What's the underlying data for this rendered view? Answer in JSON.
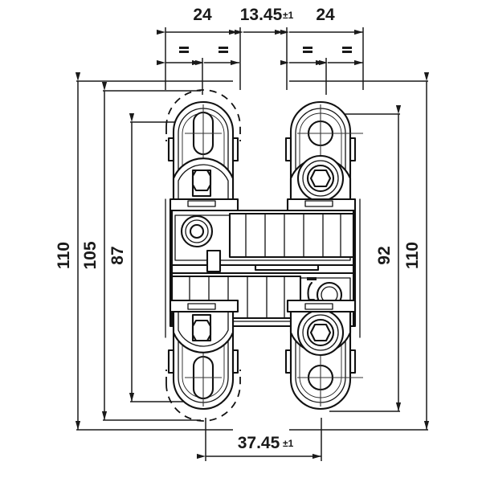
{
  "drawing": {
    "title": "Concealed 3D adjustable door hinge — dimensioned orthographic view",
    "units": "mm",
    "line_color": "#111111",
    "text_color": "#1a1a1a",
    "background": "#ffffff"
  },
  "dimensions": {
    "top": [
      {
        "id": "top-left-24",
        "label": "24"
      },
      {
        "id": "top-center-13",
        "label": "13.45",
        "tolerance": "±1"
      },
      {
        "id": "top-right-24",
        "label": "24"
      }
    ],
    "bottom": [
      {
        "id": "bottom-overall",
        "label": "37.45",
        "tolerance": "±1"
      }
    ],
    "left": [
      {
        "id": "left-110",
        "label": "110"
      },
      {
        "id": "left-105",
        "label": "105"
      },
      {
        "id": "left-87",
        "label": "87"
      }
    ],
    "right": [
      {
        "id": "right-92",
        "label": "92"
      },
      {
        "id": "right-110",
        "label": "110"
      }
    ],
    "equality_marks": {
      "label": "=",
      "count": 4,
      "note": "symmetry marks on secondary top dimension line"
    }
  },
  "features": {
    "left_leaf": {
      "name": "left-hinge-leaf",
      "top_hole": "oblong-slot-with-crosshair",
      "bottom_hole": "oblong-slot-with-crosshair",
      "pivot_fastener": "hex-socket-screw"
    },
    "right_leaf": {
      "name": "right-hinge-leaf",
      "top_hole": "round-hole-with-crosshair",
      "bottom_hole": "round-hole-with-crosshair",
      "pivot_fastener": "hex-socket-screw"
    },
    "body": {
      "name": "hinge-body",
      "ribs": "slatted-link-arms",
      "adjuster": "rotary-adjustment-screw",
      "adjuster_symbols": [
        "minus",
        "curved-arrow",
        "plus"
      ]
    }
  }
}
